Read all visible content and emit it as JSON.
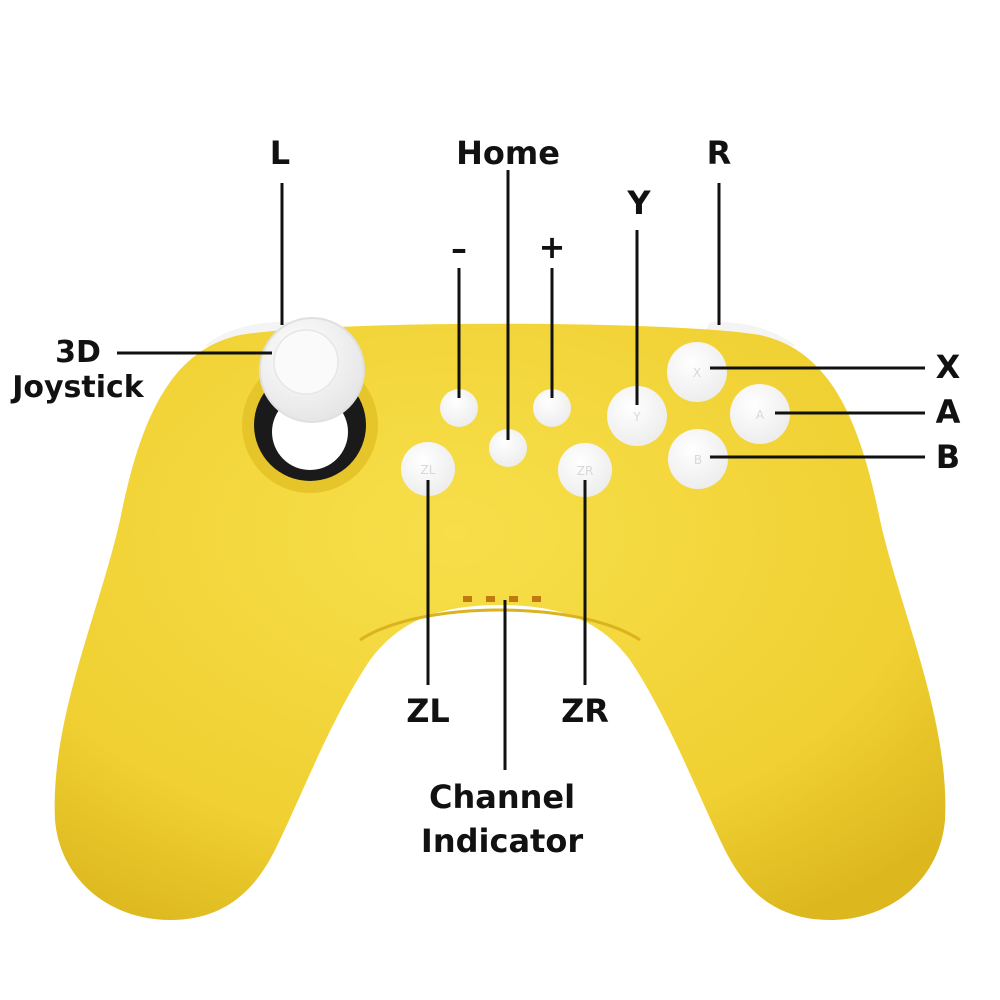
{
  "colors": {
    "body": "#f2d437",
    "body_shadow": "#e0b81f",
    "button": "#ffffff",
    "line": "#111111",
    "background": "#ffffff"
  },
  "labels": {
    "l": "L",
    "home": "Home",
    "r": "R",
    "y": "Y",
    "minus": "–",
    "plus": "+",
    "joystick_line1": "3D",
    "joystick_line2": "Joystick",
    "x": "X",
    "a": "A",
    "b": "B",
    "zl": "ZL",
    "zr": "ZR",
    "channel_line1": "Channel",
    "channel_line2": "Indicator"
  },
  "button_glyphs": {
    "zl": "ZL",
    "zr": "ZR",
    "x": "X",
    "a": "A",
    "b": "B",
    "y": "Y"
  }
}
